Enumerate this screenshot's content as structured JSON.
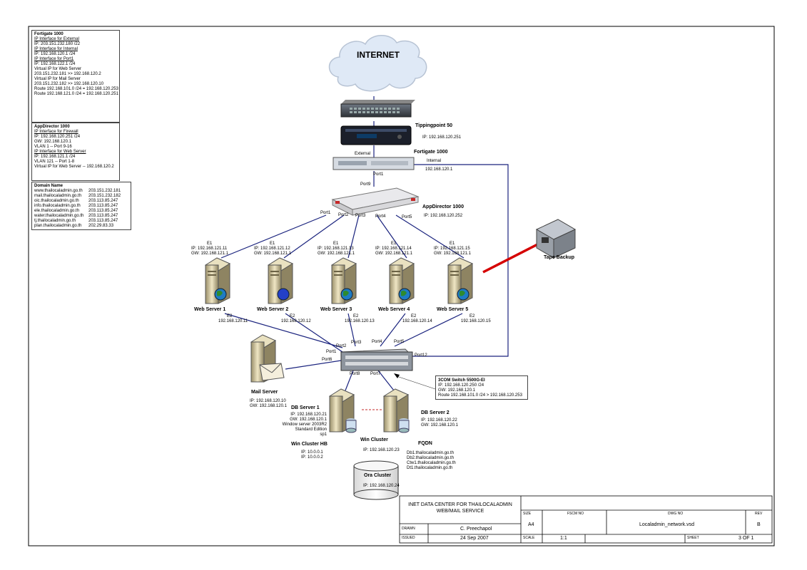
{
  "internet": "INTERNET",
  "tippingpoint": {
    "label": "Tippingpoint 50",
    "ip": "IP: 192.168.120.251"
  },
  "fortigate": {
    "label": "Fortigate 1000",
    "external": "External",
    "internal": "Internal",
    "internal_ip": "192.168.120.1",
    "port1": "Port1"
  },
  "appdirector": {
    "label": "AppDirector 1000",
    "ip": "IP: 192.168.120.252",
    "port9": "Port9",
    "ports": [
      "Port1",
      "Port2",
      "Port3",
      "Port4",
      "Port5"
    ]
  },
  "tape_backup": "Tape Backup",
  "web_servers": [
    {
      "name": "Web Server 1",
      "e1": "E1",
      "ip": "IP: 192.168.121.11",
      "gw": "GW: 192.168.121.1",
      "e2": "E2",
      "e2ip": "192.168.120.11"
    },
    {
      "name": "Web Server 2",
      "e1": "E1",
      "ip": "IP: 192.168.121.12",
      "gw": "GW: 192.168.121.1",
      "e2": "E2",
      "e2ip": "192.168.120.12"
    },
    {
      "name": "Web Server 3",
      "e1": "E1",
      "ip": "IP: 192.168.121.13",
      "gw": "GW: 192.168.121.1",
      "e2": "E2",
      "e2ip": "192.168.120.13"
    },
    {
      "name": "Web Server 4",
      "e1": "E1",
      "ip": "IP: 192.168.121.14",
      "gw": "GW: 192.168.121.1",
      "e2": "E2",
      "e2ip": "192.168.120.14"
    },
    {
      "name": "Web Server 5",
      "e1": "E1",
      "ip": "IP: 192.168.121.15",
      "gw": "GW: 192.168.121.1",
      "e2": "E2",
      "e2ip": "192.168.120.15"
    }
  ],
  "switch": {
    "ports": [
      "Port1",
      "Port2",
      "Port3",
      "Port4",
      "Port5",
      "Port6",
      "Port7",
      "Port8",
      "Port12"
    ],
    "info_title": "3COM Switch 5500G-EI",
    "info_lines": [
      "IP: 192.168.120.250 /24",
      "GW: 192.168.120.1",
      "Route 192.168.101.0 /24 > 192.168.120.253"
    ]
  },
  "mail_server": {
    "name": "Mail Server",
    "ip": "IP: 192.168.120.10",
    "gw": "GW: 192.168.120.1"
  },
  "db1": {
    "name": "DB Server 1",
    "lines": [
      "IP: 192.168.120.21",
      "GW: 192.168.120.1",
      "Window server 2003R2",
      "Standard Edition",
      "sp1"
    ]
  },
  "db2": {
    "name": "DB Server 2",
    "lines": [
      "IP: 192.168.120.22",
      "GW: 192.168.120.1"
    ]
  },
  "win_cluster_hb": {
    "name": "Win Cluster HB",
    "lines": [
      "IP: 10.0.0.1",
      "IP: 10.0.0.2"
    ]
  },
  "win_cluster": {
    "name": "Win Cluster",
    "ip": "IP: 192.168.120.23"
  },
  "fqdn": {
    "name": "FQDN",
    "lines": [
      "Db1.thailocaladmin.go.th",
      "Db2.thailocaladmin.go.th",
      "Ctw1.thailocaladmin.go.th",
      "Dt1.thailocaladmin.go.th"
    ]
  },
  "ora_cluster": {
    "name": "Ora Cluster",
    "ip": "IP: 192.168.120.24"
  },
  "info_fortigate": {
    "title": "Fortigate 1000",
    "lines": [
      {
        "text": "IP Interface for External",
        "u": true
      },
      {
        "text": "IP: 203.151.232.180 /22",
        "u": false
      },
      {
        "text": "",
        "u": false
      },
      {
        "text": "IP Interface for Internal",
        "u": true
      },
      {
        "text": "IP: 192.168.120.1 /24",
        "u": false
      },
      {
        "text": "",
        "u": false
      },
      {
        "text": "IP Interface for Port1",
        "u": true
      },
      {
        "text": "IP: 192.168.122.1 /24",
        "u": false
      },
      {
        "text": "",
        "u": false
      },
      {
        "text": "Virtual IP for Web Server",
        "u": false
      },
      {
        "text": "203.151.232.181 >> 192.168.120.2",
        "u": false
      },
      {
        "text": "",
        "u": false
      },
      {
        "text": "Virtual IP for Mail Server",
        "u": false
      },
      {
        "text": "203.151.232.182 >> 192.168.120.10",
        "u": false
      },
      {
        "text": "",
        "u": false
      },
      {
        "text": "Route 192.168.101.0 /24 = 192.168.120.253",
        "u": false
      },
      {
        "text": "Route 192.168.121.0 /24 = 192.168.120.251",
        "u": false
      }
    ]
  },
  "info_appdirector": {
    "title": "AppDirector 1000",
    "lines": [
      {
        "text": "IP Interface for Firewall",
        "u": true
      },
      {
        "text": "IP: 192.168.120.251 /24",
        "u": false
      },
      {
        "text": "GW: 192.168.120.1",
        "u": false
      },
      {
        "text": "VLAN 1 -- Port 9-16",
        "u": false
      },
      {
        "text": "",
        "u": false
      },
      {
        "text": "IP Interface for Web Server",
        "u": true
      },
      {
        "text": "IP: 192.168.121.1 /24",
        "u": false
      },
      {
        "text": "VLAN 121 -- Port 1-8",
        "u": false
      },
      {
        "text": "",
        "u": false
      },
      {
        "text": "Virtual IP for Web Server -- 192.168.120.2",
        "u": false
      }
    ]
  },
  "domain_names": {
    "title": "Domain Name",
    "rows": [
      [
        "www.thailocaladmin.go.th",
        "203.151.232.181"
      ],
      [
        "mail.thailocaladmin.go.th",
        "203.151.232.182"
      ],
      [
        "oic.thailocaladmin.go.th",
        "203.113.85.247"
      ],
      [
        "info.thailocaladmin.go.th",
        "203.113.85.247"
      ],
      [
        "ele.thailocaladmin.go.th",
        "203.113.85.247"
      ],
      [
        "water.thailocaladmin.go.th",
        "203.113.85.247"
      ],
      [
        "tj.thailocaladmin.go.th",
        "203.113.85.247"
      ],
      [
        "plan.thailocaladmin.go.th",
        "202.29.83.33"
      ]
    ]
  },
  "title_block": {
    "title1": "INET DATA CENTER FOR THAILOCALADMIN",
    "title2": "WEB/MAIL SERVICE",
    "drawn_label": "DRAWN",
    "drawn": "C. Preechapol",
    "issued_label": "ISSUED",
    "issued": "24 Sep 2007",
    "size_label": "SIZE",
    "size": "A4",
    "fscm_label": "FSCM NO",
    "dwg_label": "DWG NO",
    "dwg": "Localadmin_network.vsd",
    "rev_label": "REV",
    "rev": "B",
    "scale_label": "SCALE",
    "scale": "1:1",
    "sheet_label": "SHEET",
    "sheet": "3 OF 1"
  }
}
